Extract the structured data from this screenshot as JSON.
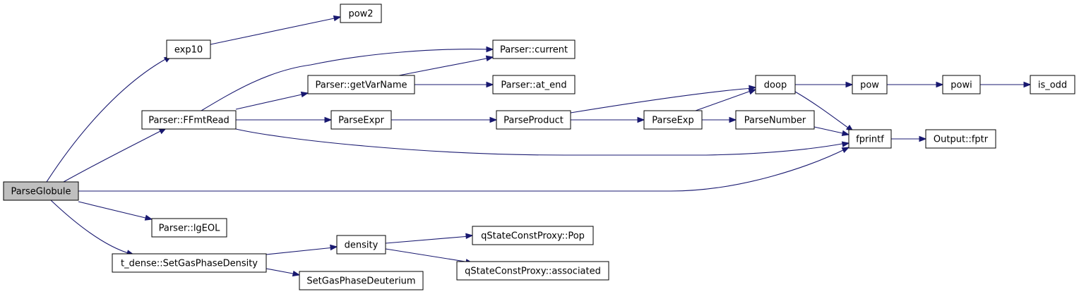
{
  "diagram": {
    "nodes": [
      {
        "id": "parseglobule",
        "label": "ParseGlobule",
        "root": true
      },
      {
        "id": "exp10",
        "label": "exp10"
      },
      {
        "id": "pow2",
        "label": "pow2"
      },
      {
        "id": "ffmtread",
        "label": "Parser::FFmtRead"
      },
      {
        "id": "current",
        "label": "Parser::current"
      },
      {
        "id": "getvarname",
        "label": "Parser::getVarName"
      },
      {
        "id": "at_end",
        "label": "Parser::at_end"
      },
      {
        "id": "parseexpr",
        "label": "ParseExpr"
      },
      {
        "id": "parseproduct",
        "label": "ParseProduct"
      },
      {
        "id": "parseexp",
        "label": "ParseExp"
      },
      {
        "id": "parsenumber",
        "label": "ParseNumber"
      },
      {
        "id": "doop",
        "label": "doop"
      },
      {
        "id": "pow",
        "label": "pow"
      },
      {
        "id": "powi",
        "label": "powi"
      },
      {
        "id": "is_odd",
        "label": "is_odd"
      },
      {
        "id": "fprintf",
        "label": "fprintf"
      },
      {
        "id": "fptr",
        "label": "Output::fptr"
      },
      {
        "id": "lgeol",
        "label": "Parser::lgEOL"
      },
      {
        "id": "setgasphasedensity",
        "label": "t_dense::SetGasPhaseDensity"
      },
      {
        "id": "density",
        "label": "density"
      },
      {
        "id": "pop",
        "label": "qStateConstProxy::Pop"
      },
      {
        "id": "associated",
        "label": "qStateConstProxy::associated"
      },
      {
        "id": "deuterium",
        "label": "SetGasPhaseDeuterium"
      }
    ],
    "edges": [
      {
        "from": "parseglobule",
        "to": "exp10"
      },
      {
        "from": "parseglobule",
        "to": "ffmtread"
      },
      {
        "from": "parseglobule",
        "to": "fprintf"
      },
      {
        "from": "parseglobule",
        "to": "lgeol"
      },
      {
        "from": "parseglobule",
        "to": "setgasphasedensity"
      },
      {
        "from": "exp10",
        "to": "pow2"
      },
      {
        "from": "ffmtread",
        "to": "current"
      },
      {
        "from": "ffmtread",
        "to": "getvarname"
      },
      {
        "from": "ffmtread",
        "to": "parseexpr"
      },
      {
        "from": "ffmtread",
        "to": "fprintf"
      },
      {
        "from": "getvarname",
        "to": "current"
      },
      {
        "from": "getvarname",
        "to": "at_end"
      },
      {
        "from": "parseexpr",
        "to": "parseproduct"
      },
      {
        "from": "parseproduct",
        "to": "doop"
      },
      {
        "from": "parseproduct",
        "to": "parseexp"
      },
      {
        "from": "parseexp",
        "to": "doop"
      },
      {
        "from": "parseexp",
        "to": "parsenumber"
      },
      {
        "from": "parsenumber",
        "to": "fprintf"
      },
      {
        "from": "doop",
        "to": "pow"
      },
      {
        "from": "doop",
        "to": "fprintf"
      },
      {
        "from": "pow",
        "to": "powi"
      },
      {
        "from": "powi",
        "to": "is_odd"
      },
      {
        "from": "fprintf",
        "to": "fptr"
      },
      {
        "from": "setgasphasedensity",
        "to": "density"
      },
      {
        "from": "setgasphasedensity",
        "to": "deuterium"
      },
      {
        "from": "density",
        "to": "pop"
      },
      {
        "from": "density",
        "to": "associated"
      }
    ]
  }
}
